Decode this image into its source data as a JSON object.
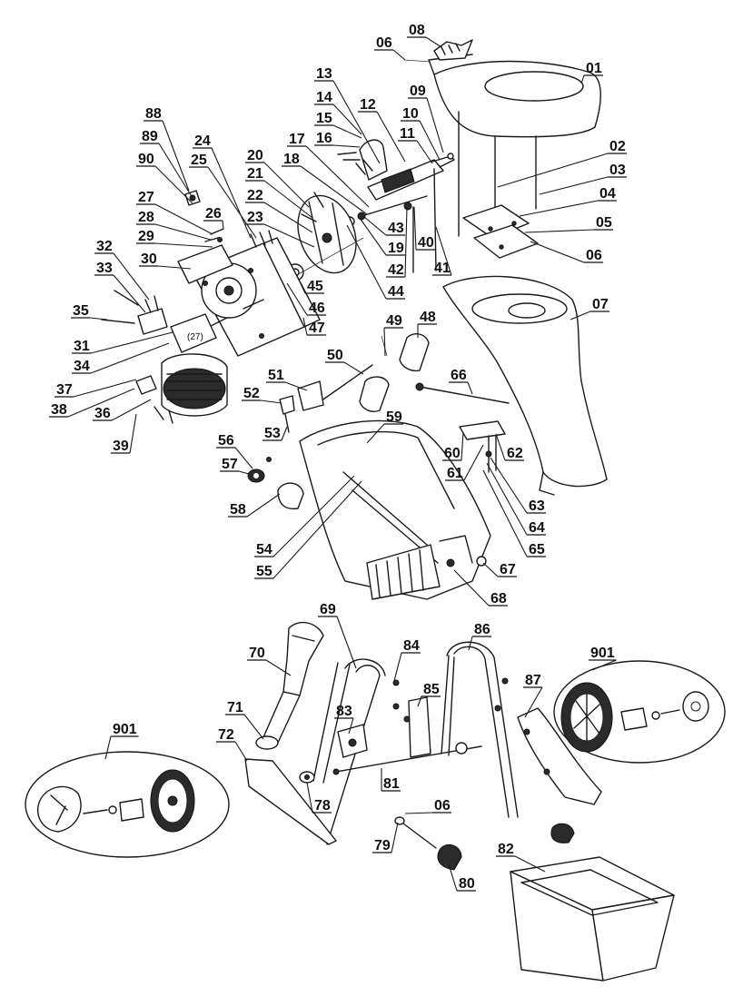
{
  "callouts": {
    "p01": "01",
    "p02": "02",
    "p03": "03",
    "p04": "04",
    "p05": "05",
    "p06a": "06",
    "p06b": "06",
    "p06c": "06",
    "p07": "07",
    "p08": "08",
    "p09": "09",
    "p10": "10",
    "p11": "11",
    "p12": "12",
    "p13": "13",
    "p14": "14",
    "p15": "15",
    "p16": "16",
    "p17": "17",
    "p18": "18",
    "p19": "19",
    "p20": "20",
    "p21": "21",
    "p22": "22",
    "p23": "23",
    "p24": "24",
    "p25": "25",
    "p26": "26",
    "p27": "27",
    "p28": "28",
    "p29": "29",
    "p30": "30",
    "p31": "31",
    "p32": "32",
    "p33": "33",
    "p34": "34",
    "p35": "35",
    "p36": "36",
    "p37": "37",
    "p38": "38",
    "p39": "39",
    "p40": "40",
    "p41": "41",
    "p42": "42",
    "p43": "43",
    "p44": "44",
    "p45": "45",
    "p46": "46",
    "p47": "47",
    "p48": "48",
    "p49": "49",
    "p50": "50",
    "p51": "51",
    "p52": "52",
    "p53": "53",
    "p54": "54",
    "p55": "55",
    "p56": "56",
    "p57": "57",
    "p58": "58",
    "p59": "59",
    "p60": "60",
    "p61": "61",
    "p62": "62",
    "p63": "63",
    "p64": "64",
    "p65": "65",
    "p66": "66",
    "p67": "67",
    "p68": "68",
    "p69": "69",
    "p70": "70",
    "p71": "71",
    "p72": "72",
    "p78": "78",
    "p79": "79",
    "p80": "80",
    "p81": "81",
    "p82": "82",
    "p83": "83",
    "p84": "84",
    "p85": "85",
    "p86": "86",
    "p87": "87",
    "p88": "88",
    "p89": "89",
    "p90": "90",
    "p901a": "901",
    "p901b": "901"
  },
  "motor_marking": "(27)"
}
